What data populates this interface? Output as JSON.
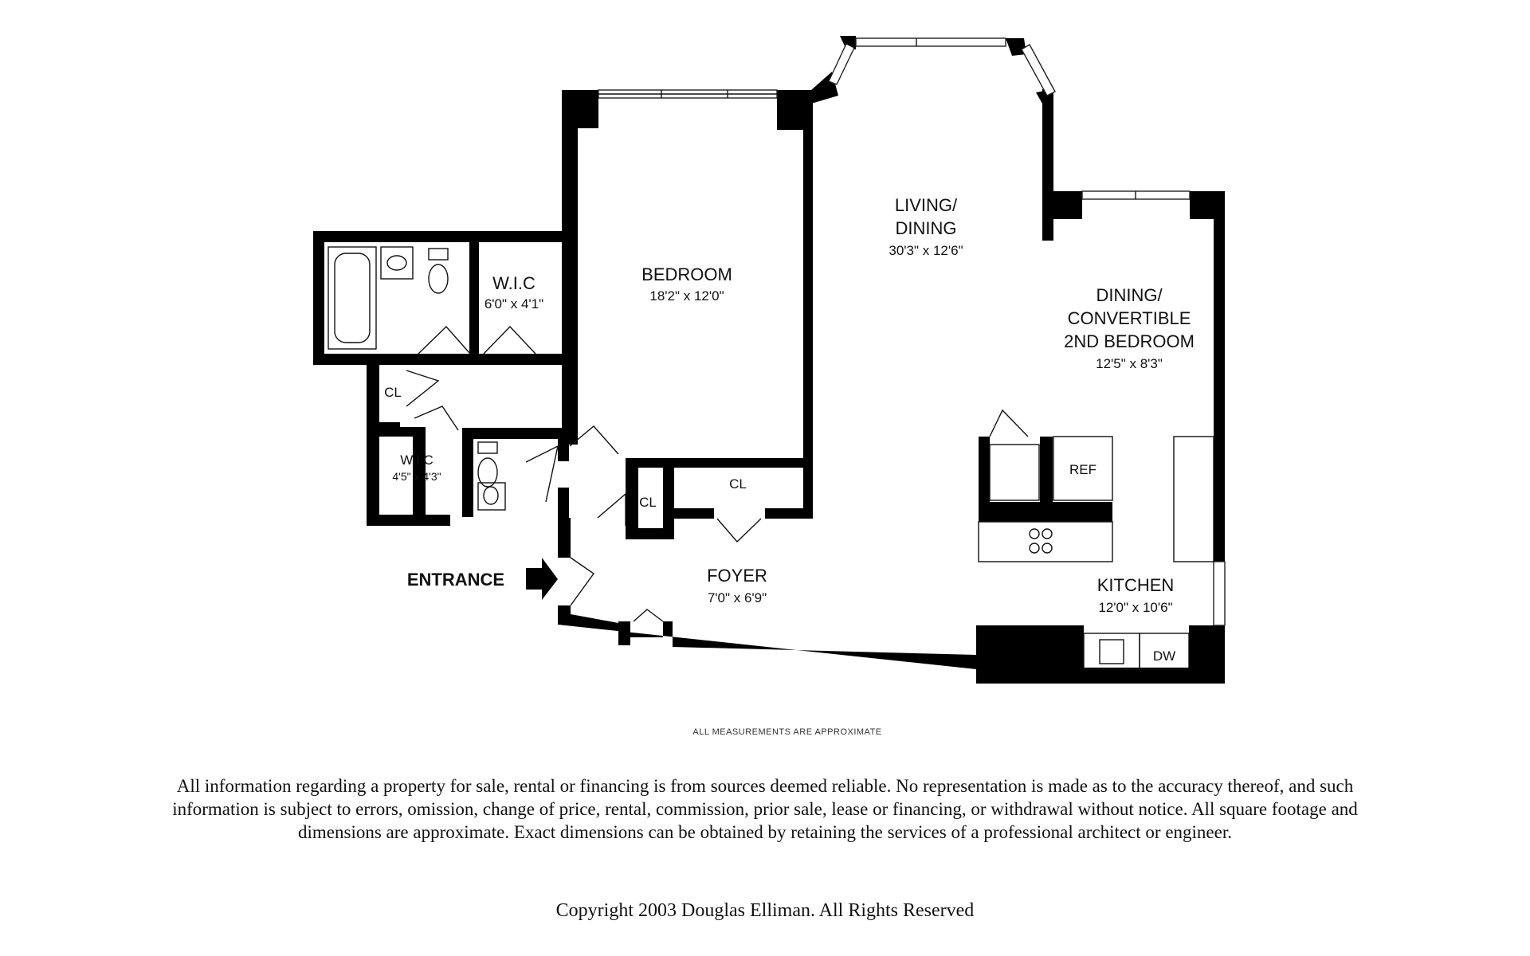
{
  "rooms": {
    "living": {
      "name_line1": "LIVING/",
      "name_line2": "DINING",
      "dims": "30'3\" x 12'6\""
    },
    "bedroom": {
      "name": "BEDROOM",
      "dims": "18'2\" x 12'0\""
    },
    "dining": {
      "name_line1": "DINING/",
      "name_line2": "CONVERTIBLE",
      "name_line3": "2ND BEDROOM",
      "dims": "12'5\" x 8'3\""
    },
    "wic_bedroom": {
      "name": "W.I.C",
      "dims": "6'0\" x 4'1\""
    },
    "wic_small": {
      "name": "W.I.C",
      "dims": "4'5\" x 4'3\""
    },
    "foyer": {
      "name": "FOYER",
      "dims": "7'0\" x 6'9\""
    },
    "kitchen": {
      "name": "KITCHEN",
      "dims": "12'0\" x 10'6\""
    }
  },
  "fixtures": {
    "closet_1": "CL",
    "closet_2": "CL",
    "closet_3": "CL",
    "refrigerator": "REF",
    "dishwasher": "DW"
  },
  "entrance_label": "ENTRANCE",
  "measurement_note": "ALL MEASUREMENTS ARE APPROXIMATE",
  "disclaimer": "All information regarding a property for sale, rental or financing is from sources deemed reliable. No representation is made as to the accuracy thereof, and such information is subject to errors, omission, change of price, rental, commission, prior sale, lease or financing, or withdrawal without notice. All square footage and dimensions are approximate. Exact dimensions can be obtained by retaining the services of a professional architect or engineer.",
  "copyright": "Copyright 2003 Douglas Elliman. All Rights Reserved"
}
